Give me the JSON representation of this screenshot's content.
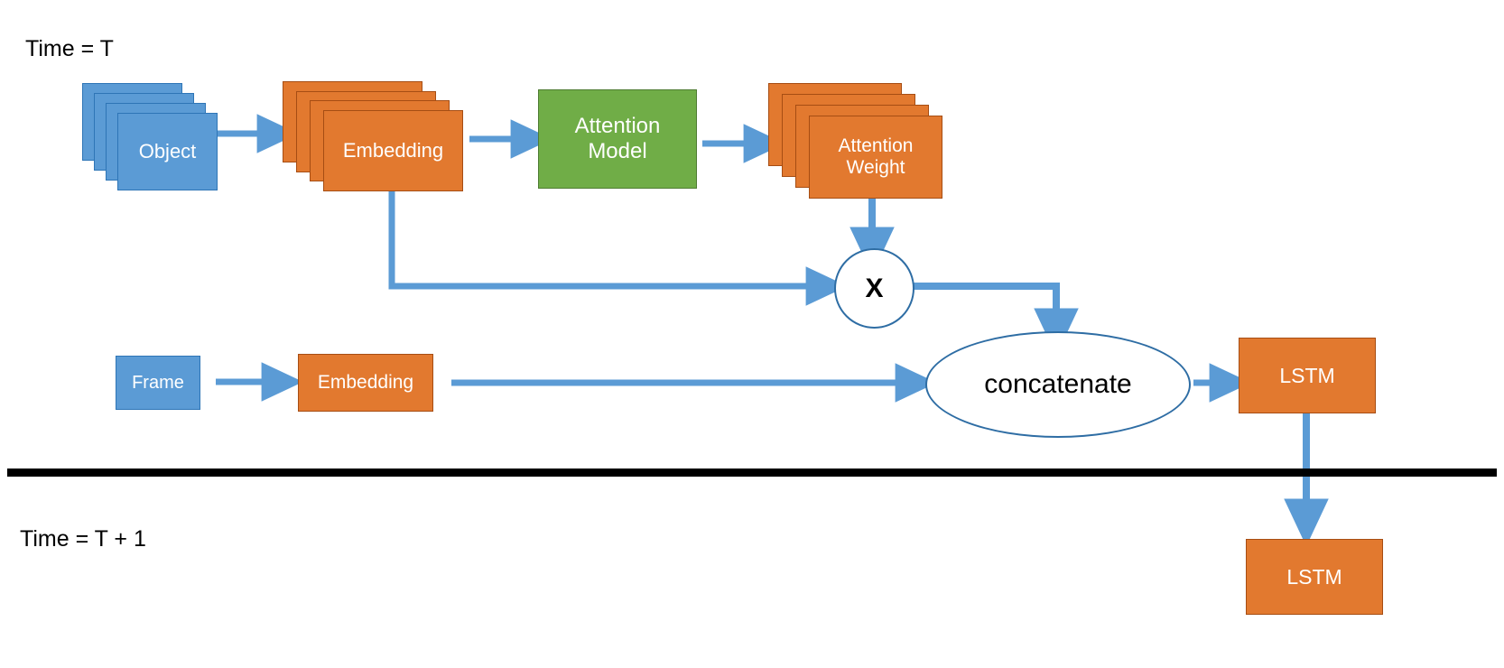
{
  "diagram": {
    "title_top": "Time = T",
    "title_bottom": "Time = T + 1",
    "colors": {
      "blue": "#5B9BD5",
      "blue_border": "#2E75B6",
      "orange": "#E2792F",
      "orange_border": "#A64D13",
      "green": "#70AD47",
      "green_border": "#4E7C32",
      "arrow": "#5B9BD5",
      "outline": "#2E6DA4",
      "separator": "#000000",
      "text_light": "#FFFFFF",
      "text_dark": "#000000"
    }
  },
  "nodes": {
    "object_stack": {
      "label": "Object",
      "layers": 4
    },
    "object_embedding_stack": {
      "label": "Embedding",
      "layers": 4
    },
    "attention_model": {
      "label_line1": "Attention",
      "label_line2": "Model"
    },
    "attention_weight_stack": {
      "label_line1": "Attention",
      "label_line2": "Weight",
      "layers": 4
    },
    "multiply_op": {
      "label": "X"
    },
    "frame": {
      "label": "Frame"
    },
    "frame_embedding": {
      "label": "Embedding"
    },
    "concatenate": {
      "label": "concatenate"
    },
    "lstm_t": {
      "label": "LSTM"
    },
    "lstm_t1": {
      "label": "LSTM"
    }
  },
  "edges": [
    {
      "name": "object-to-embedding",
      "from": "object_stack",
      "to": "object_embedding_stack"
    },
    {
      "name": "embedding-to-attention-model",
      "from": "object_embedding_stack",
      "to": "attention_model"
    },
    {
      "name": "attention-model-to-attention-weight",
      "from": "attention_model",
      "to": "attention_weight_stack"
    },
    {
      "name": "attention-weight-to-multiply",
      "from": "attention_weight_stack",
      "to": "multiply_op"
    },
    {
      "name": "embedding-to-multiply",
      "from": "object_embedding_stack",
      "to": "multiply_op"
    },
    {
      "name": "multiply-to-concatenate",
      "from": "multiply_op",
      "to": "concatenate"
    },
    {
      "name": "frame-to-frame-embedding",
      "from": "frame",
      "to": "frame_embedding"
    },
    {
      "name": "frame-embedding-to-concatenate",
      "from": "frame_embedding",
      "to": "concatenate"
    },
    {
      "name": "concatenate-to-lstm",
      "from": "concatenate",
      "to": "lstm_t"
    },
    {
      "name": "lstm-t-to-lstm-t1",
      "from": "lstm_t",
      "to": "lstm_t1"
    }
  ]
}
